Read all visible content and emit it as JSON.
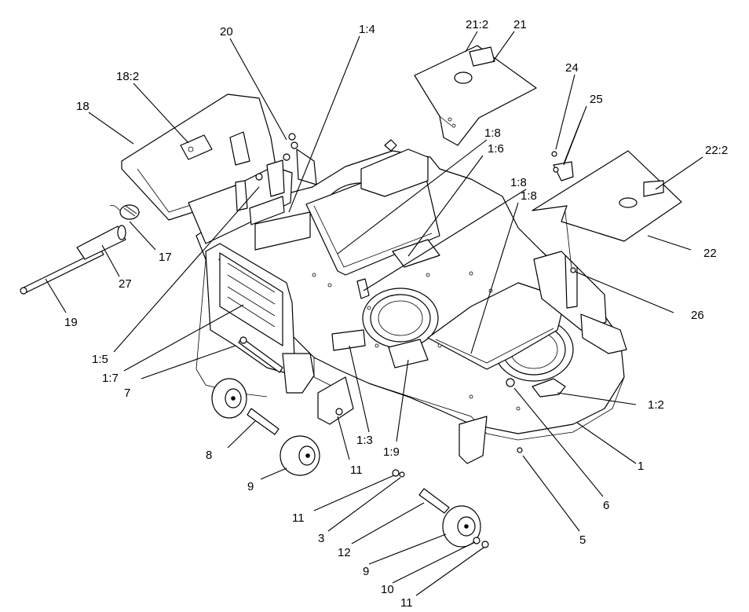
{
  "callouts": [
    {
      "id": "c-21-2",
      "text": "21:2"
    },
    {
      "id": "c-21",
      "text": "21"
    },
    {
      "id": "c-20",
      "text": "20"
    },
    {
      "id": "c-1-4",
      "text": "1:4"
    },
    {
      "id": "c-18-2",
      "text": "18:2"
    },
    {
      "id": "c-24",
      "text": "24"
    },
    {
      "id": "c-25",
      "text": "25"
    },
    {
      "id": "c-18",
      "text": "18"
    },
    {
      "id": "c-1-8a",
      "text": "1:8"
    },
    {
      "id": "c-1-6",
      "text": "1:6"
    },
    {
      "id": "c-22-2",
      "text": "22:2"
    },
    {
      "id": "c-1-8b",
      "text": "1:8"
    },
    {
      "id": "c-1-8c",
      "text": "1:8"
    },
    {
      "id": "c-17",
      "text": "17"
    },
    {
      "id": "c-22",
      "text": "22"
    },
    {
      "id": "c-27",
      "text": "27"
    },
    {
      "id": "c-26",
      "text": "26"
    },
    {
      "id": "c-19",
      "text": "19"
    },
    {
      "id": "c-1-5",
      "text": "1:5"
    },
    {
      "id": "c-1-7",
      "text": "1:7"
    },
    {
      "id": "c-7",
      "text": "7"
    },
    {
      "id": "c-1-2",
      "text": "1:2"
    },
    {
      "id": "c-1-3",
      "text": "1:3"
    },
    {
      "id": "c-8",
      "text": "8"
    },
    {
      "id": "c-11a",
      "text": "11"
    },
    {
      "id": "c-1-9",
      "text": "1:9"
    },
    {
      "id": "c-1",
      "text": "1"
    },
    {
      "id": "c-9a",
      "text": "9"
    },
    {
      "id": "c-6",
      "text": "6"
    },
    {
      "id": "c-11b",
      "text": "11"
    },
    {
      "id": "c-3",
      "text": "3"
    },
    {
      "id": "c-5",
      "text": "5"
    },
    {
      "id": "c-12",
      "text": "12"
    },
    {
      "id": "c-9b",
      "text": "9"
    },
    {
      "id": "c-10",
      "text": "10"
    },
    {
      "id": "c-11c",
      "text": "11"
    }
  ]
}
